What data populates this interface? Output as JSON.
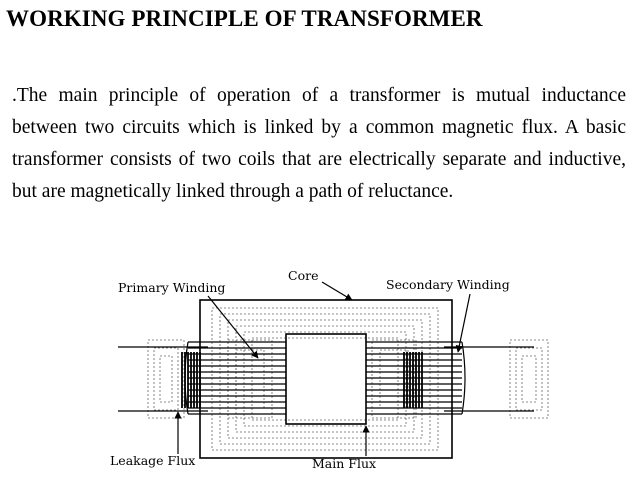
{
  "slide": {
    "title": "WORKING PRINCIPLE OF TRANSFORMER",
    "body": ".The main principle of operation of a transformer is mutual inductance between two circuits which is linked by a common magnetic flux. A basic transformer consists of two coils that are  electrically separate and inductive, but are magnetically linked through a path of reluctance."
  },
  "diagram": {
    "labels": {
      "primary_winding": "Primary Winding",
      "core": "Core",
      "secondary_winding": "Secondary Winding",
      "leakage_flux": "Leakage Flux",
      "main_flux": "Main Flux"
    }
  }
}
